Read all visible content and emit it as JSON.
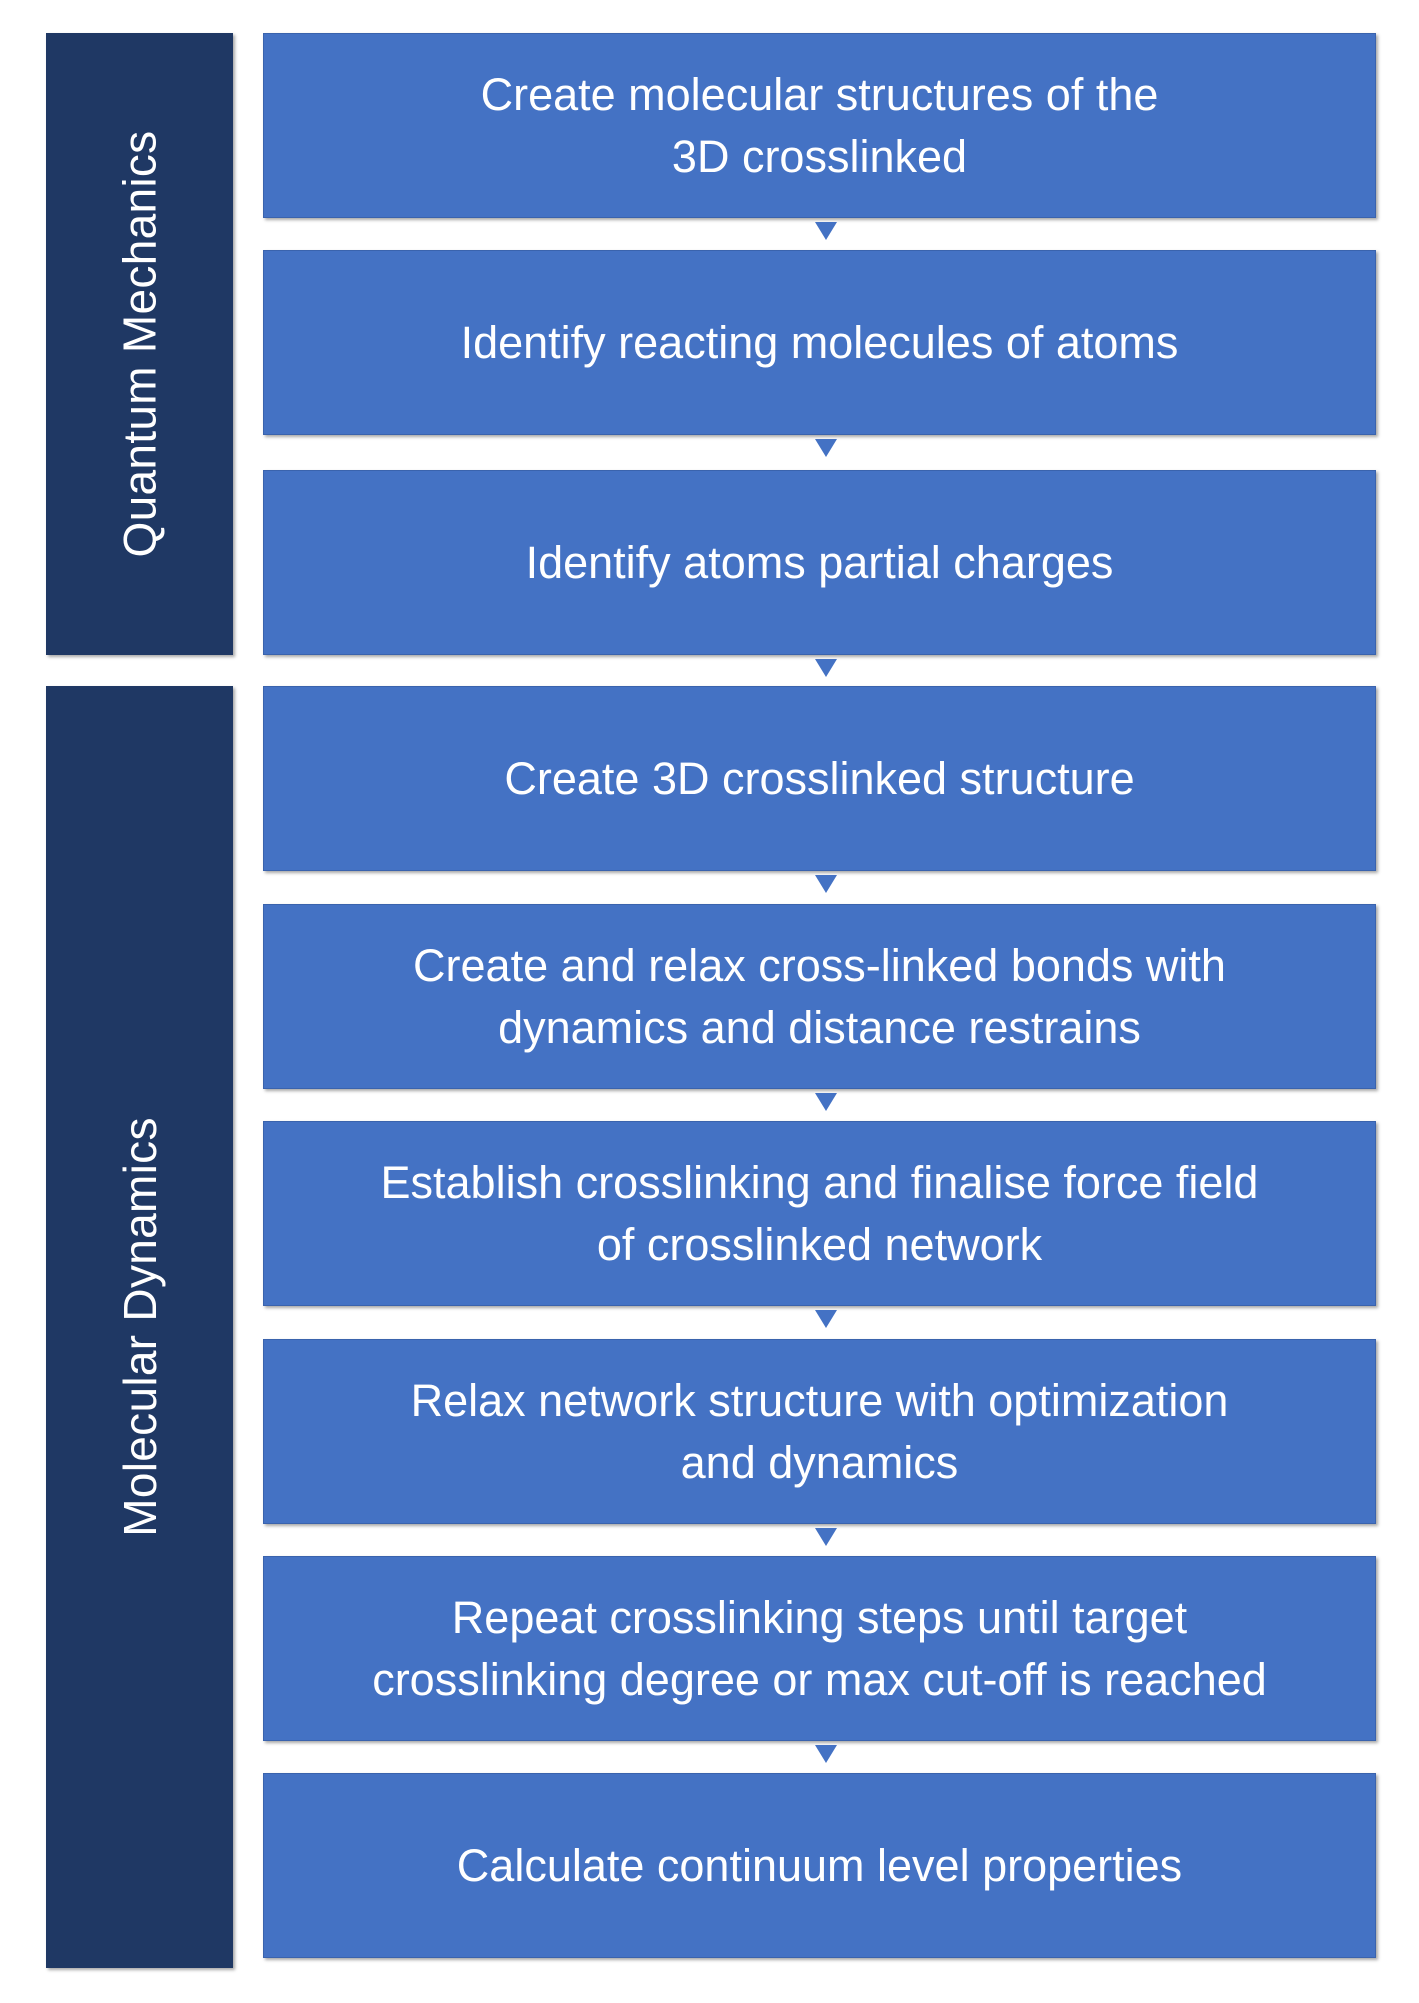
{
  "phases": [
    {
      "id": "quantum-mechanics",
      "label": "Quantum Mechanics"
    },
    {
      "id": "molecular-dynamics",
      "label": "Molecular Dynamics"
    }
  ],
  "steps": [
    {
      "lines": [
        "Create molecular structures of the",
        "3D crosslinked"
      ]
    },
    {
      "lines": [
        "Identify reacting molecules of atoms"
      ]
    },
    {
      "lines": [
        "Identify atoms partial charges"
      ]
    },
    {
      "lines": [
        "Create 3D crosslinked structure"
      ]
    },
    {
      "lines": [
        "Create and relax cross-linked bonds with",
        "dynamics and distance restrains"
      ]
    },
    {
      "lines": [
        "Establish crosslinking and finalise force field",
        "of crosslinked network"
      ]
    },
    {
      "lines": [
        "Relax network structure with optimization",
        "and dynamics"
      ]
    },
    {
      "lines": [
        "Repeat crosslinking steps until target",
        "crosslinking degree or max cut-off is reached"
      ]
    },
    {
      "lines": [
        "Calculate continuum level properties"
      ]
    }
  ],
  "colors": {
    "phase_fill": "#1f3864",
    "step_fill": "#4472c4",
    "text": "#ffffff"
  }
}
